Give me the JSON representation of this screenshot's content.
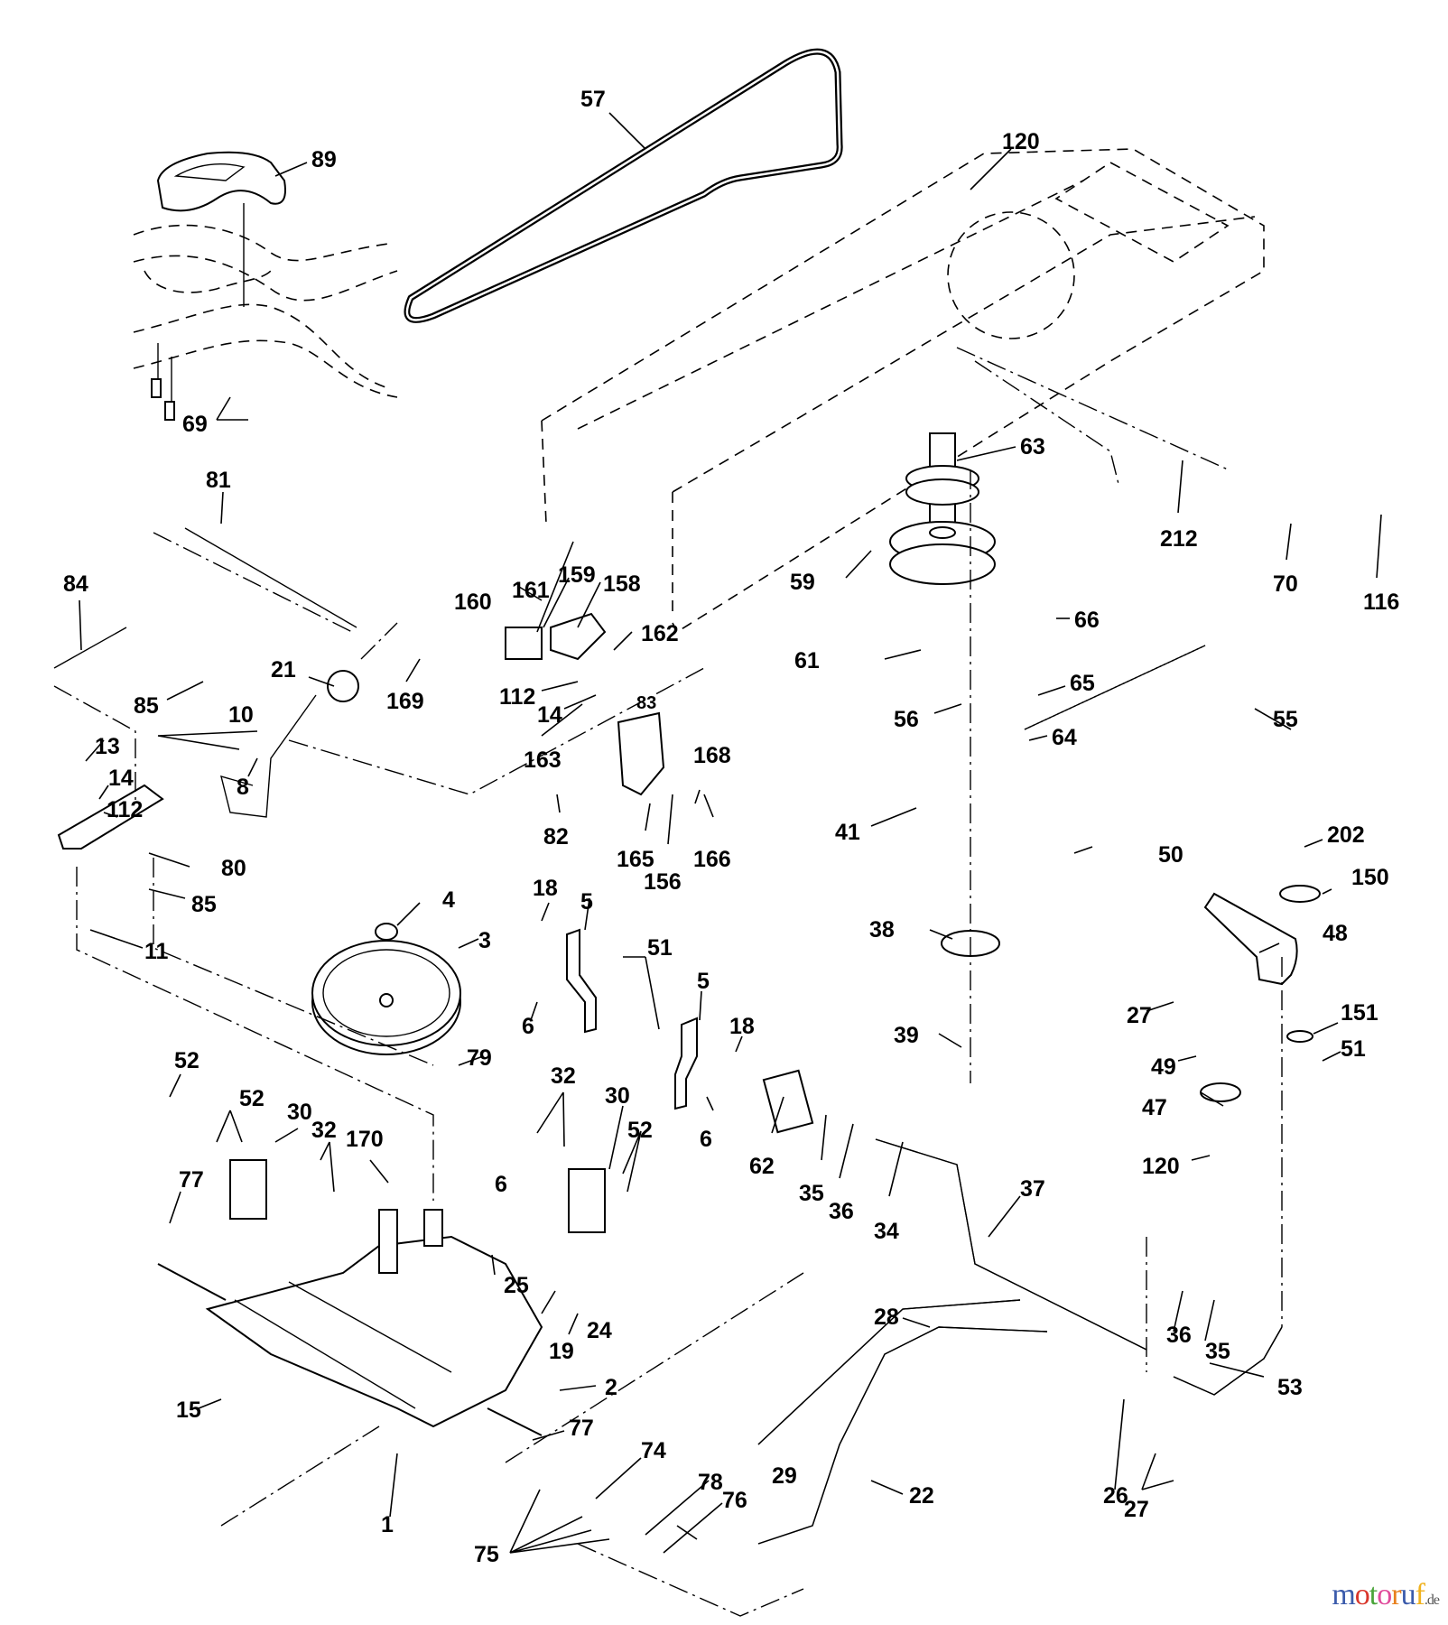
{
  "diagram": {
    "title": "Drive assembly exploded parts diagram",
    "parts": [
      {
        "id": "57",
        "label": "57"
      },
      {
        "id": "89",
        "label": "89"
      },
      {
        "id": "69",
        "label": "69"
      },
      {
        "id": "120a",
        "label": "120"
      },
      {
        "id": "63",
        "label": "63"
      },
      {
        "id": "212",
        "label": "212"
      },
      {
        "id": "70",
        "label": "70"
      },
      {
        "id": "116",
        "label": "116"
      },
      {
        "id": "81",
        "label": "81"
      },
      {
        "id": "84",
        "label": "84"
      },
      {
        "id": "85a",
        "label": "85"
      },
      {
        "id": "21",
        "label": "21"
      },
      {
        "id": "10",
        "label": "10"
      },
      {
        "id": "169",
        "label": "169"
      },
      {
        "id": "160",
        "label": "160"
      },
      {
        "id": "161",
        "label": "161"
      },
      {
        "id": "159",
        "label": "159"
      },
      {
        "id": "158",
        "label": "158"
      },
      {
        "id": "162",
        "label": "162"
      },
      {
        "id": "112a",
        "label": "112"
      },
      {
        "id": "14a",
        "label": "14"
      },
      {
        "id": "83",
        "label": "83"
      },
      {
        "id": "163",
        "label": "163"
      },
      {
        "id": "59",
        "label": "59"
      },
      {
        "id": "61",
        "label": "61"
      },
      {
        "id": "66",
        "label": "66"
      },
      {
        "id": "56",
        "label": "56"
      },
      {
        "id": "65",
        "label": "65"
      },
      {
        "id": "64",
        "label": "64"
      },
      {
        "id": "55",
        "label": "55"
      },
      {
        "id": "13",
        "label": "13"
      },
      {
        "id": "14b",
        "label": "14"
      },
      {
        "id": "112b",
        "label": "112"
      },
      {
        "id": "8",
        "label": "8"
      },
      {
        "id": "80",
        "label": "80"
      },
      {
        "id": "85b",
        "label": "85"
      },
      {
        "id": "11",
        "label": "11"
      },
      {
        "id": "168",
        "label": "168"
      },
      {
        "id": "82",
        "label": "82"
      },
      {
        "id": "165",
        "label": "165"
      },
      {
        "id": "156",
        "label": "156"
      },
      {
        "id": "166",
        "label": "166"
      },
      {
        "id": "41",
        "label": "41"
      },
      {
        "id": "50",
        "label": "50"
      },
      {
        "id": "202",
        "label": "202"
      },
      {
        "id": "150",
        "label": "150"
      },
      {
        "id": "4",
        "label": "4"
      },
      {
        "id": "3",
        "label": "3"
      },
      {
        "id": "18a",
        "label": "18"
      },
      {
        "id": "5a",
        "label": "5"
      },
      {
        "id": "51a",
        "label": "51"
      },
      {
        "id": "6a",
        "label": "6"
      },
      {
        "id": "5b",
        "label": "5"
      },
      {
        "id": "18b",
        "label": "18"
      },
      {
        "id": "38",
        "label": "38"
      },
      {
        "id": "48",
        "label": "48"
      },
      {
        "id": "27a",
        "label": "27"
      },
      {
        "id": "151",
        "label": "151"
      },
      {
        "id": "39",
        "label": "39"
      },
      {
        "id": "51b",
        "label": "51"
      },
      {
        "id": "49",
        "label": "49"
      },
      {
        "id": "79",
        "label": "79"
      },
      {
        "id": "52a",
        "label": "52"
      },
      {
        "id": "52b",
        "label": "52"
      },
      {
        "id": "30a",
        "label": "30"
      },
      {
        "id": "32a",
        "label": "32"
      },
      {
        "id": "170",
        "label": "170"
      },
      {
        "id": "32b",
        "label": "32"
      },
      {
        "id": "30b",
        "label": "30"
      },
      {
        "id": "52c",
        "label": "52"
      },
      {
        "id": "6b",
        "label": "6"
      },
      {
        "id": "62",
        "label": "62"
      },
      {
        "id": "35a",
        "label": "35"
      },
      {
        "id": "36a",
        "label": "36"
      },
      {
        "id": "34",
        "label": "34"
      },
      {
        "id": "47",
        "label": "47"
      },
      {
        "id": "120b",
        "label": "120"
      },
      {
        "id": "37",
        "label": "37"
      },
      {
        "id": "77a",
        "label": "77"
      },
      {
        "id": "6c",
        "label": "6"
      },
      {
        "id": "25",
        "label": "25"
      },
      {
        "id": "19",
        "label": "19"
      },
      {
        "id": "24",
        "label": "24"
      },
      {
        "id": "28",
        "label": "28"
      },
      {
        "id": "36b",
        "label": "36"
      },
      {
        "id": "35b",
        "label": "35"
      },
      {
        "id": "15",
        "label": "15"
      },
      {
        "id": "2",
        "label": "2"
      },
      {
        "id": "53",
        "label": "53"
      },
      {
        "id": "77b",
        "label": "77"
      },
      {
        "id": "74",
        "label": "74"
      },
      {
        "id": "29",
        "label": "29"
      },
      {
        "id": "22",
        "label": "22"
      },
      {
        "id": "26",
        "label": "26"
      },
      {
        "id": "1",
        "label": "1"
      },
      {
        "id": "78",
        "label": "78"
      },
      {
        "id": "76",
        "label": "76"
      },
      {
        "id": "27b",
        "label": "27"
      },
      {
        "id": "75",
        "label": "75"
      }
    ]
  },
  "watermark": {
    "letters": [
      {
        "ch": "m",
        "color": "#3b5bab"
      },
      {
        "ch": "o",
        "color": "#d9362b"
      },
      {
        "ch": "t",
        "color": "#4aa43a"
      },
      {
        "ch": "o",
        "color": "#e04a9b"
      },
      {
        "ch": "r",
        "color": "#e8801e"
      },
      {
        "ch": "u",
        "color": "#3b5bab"
      },
      {
        "ch": "f",
        "color": "#f0b21f"
      }
    ],
    "tld": ".de"
  }
}
